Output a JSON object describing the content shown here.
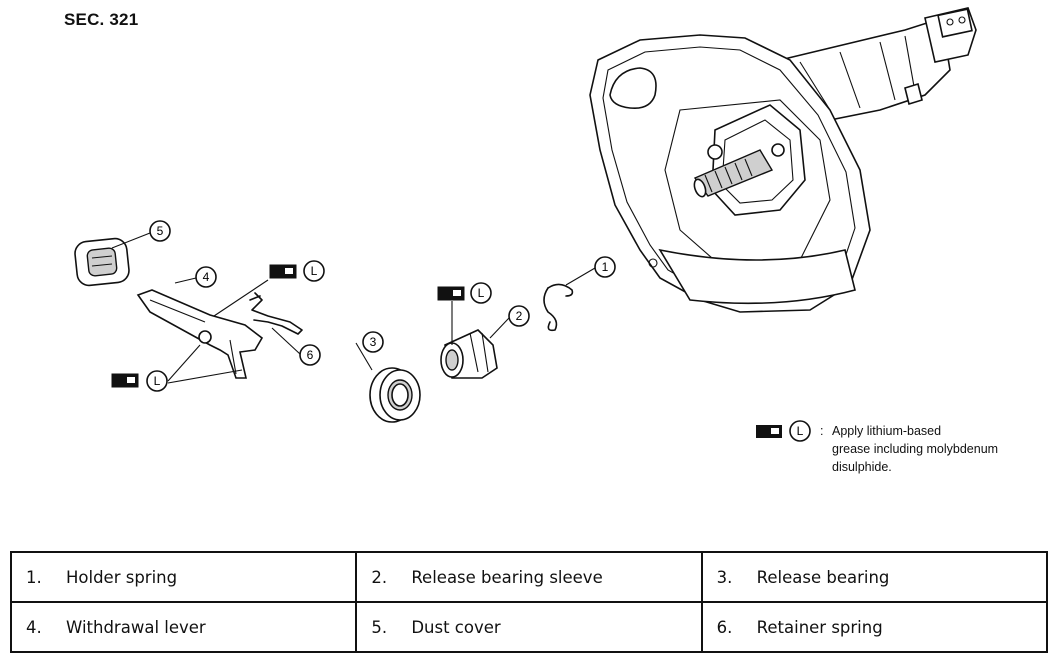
{
  "section_label": "SEC. 321",
  "callouts": {
    "c1": "1",
    "c2": "2",
    "c3": "3",
    "c4": "4",
    "c5": "5",
    "c6": "6",
    "grease_mark": "L"
  },
  "legend": {
    "symbol_letter": "L",
    "separator": ":",
    "line1": "Apply lithium-based",
    "line2": "grease including molybdenum",
    "line3": "disulphide."
  },
  "parts": [
    {
      "num": "1.",
      "name": "Holder spring"
    },
    {
      "num": "2.",
      "name": "Release bearing sleeve"
    },
    {
      "num": "3.",
      "name": "Release bearing"
    },
    {
      "num": "4.",
      "name": "Withdrawal lever"
    },
    {
      "num": "5.",
      "name": "Dust cover"
    },
    {
      "num": "6.",
      "name": "Retainer spring"
    }
  ]
}
